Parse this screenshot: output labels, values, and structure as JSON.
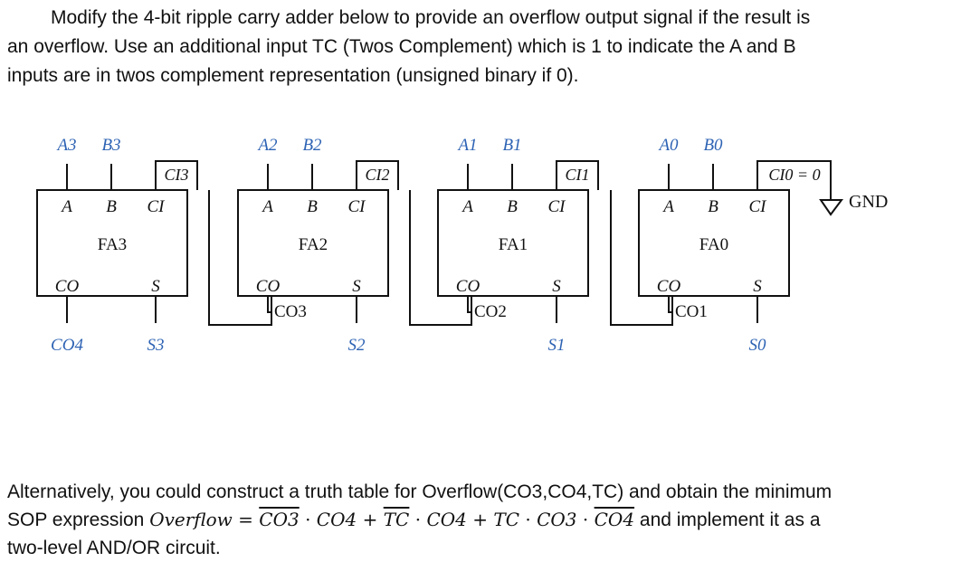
{
  "intro": {
    "line1": "Modify the 4-bit ripple carry adder below to provide an overflow output signal if the result is",
    "line2": "an overflow.  Use an additional input TC (Twos Complement) which is 1 to indicate the A and B",
    "line3": "inputs are in twos complement representation (unsigned binary if 0)."
  },
  "diagram": {
    "ground_label": "GND",
    "adders": [
      {
        "name": "FA3",
        "a": "A",
        "b": "B",
        "ci": "CI",
        "co": "CO",
        "s": "S",
        "in_a": "A3",
        "in_b": "B3",
        "carry_in": "CI3",
        "carry_out_label": "",
        "sum_out": "S3",
        "final_co": "CO4"
      },
      {
        "name": "FA2",
        "a": "A",
        "b": "B",
        "ci": "CI",
        "co": "CO",
        "s": "S",
        "in_a": "A2",
        "in_b": "B2",
        "carry_in": "CI2",
        "carry_out_label": "CO3",
        "sum_out": "S2"
      },
      {
        "name": "FA1",
        "a": "A",
        "b": "B",
        "ci": "CI",
        "co": "CO",
        "s": "S",
        "in_a": "A1",
        "in_b": "B1",
        "carry_in": "CI1",
        "carry_out_label": "CO2",
        "sum_out": "S1"
      },
      {
        "name": "FA0",
        "a": "A",
        "b": "B",
        "ci": "CI",
        "co": "CO",
        "s": "S",
        "in_a": "A0",
        "in_b": "B0",
        "carry_in": "CI0 = 0",
        "carry_out_label": "CO1",
        "sum_out": "S0"
      }
    ]
  },
  "footer": {
    "line1": "Alternatively, you could construct a truth table for Overflow(CO3,CO4,TC) and obtain the minimum",
    "line2_pre": "SOP expression ",
    "eq_lhs": "Overflow",
    "eq_sign": " = ",
    "t1a": "CO3",
    "dot": " · ",
    "t1b": "CO4",
    "plus": " + ",
    "t2a": "TC",
    "t2b": "CO4",
    "t3a": "TC",
    "t3b": "CO3",
    "t3c": "CO4",
    "line2_post": " and implement it as a",
    "line3": "two-level AND/OR circuit."
  },
  "colors": {
    "label_blue": "#2e63b4",
    "line": "#111111"
  }
}
